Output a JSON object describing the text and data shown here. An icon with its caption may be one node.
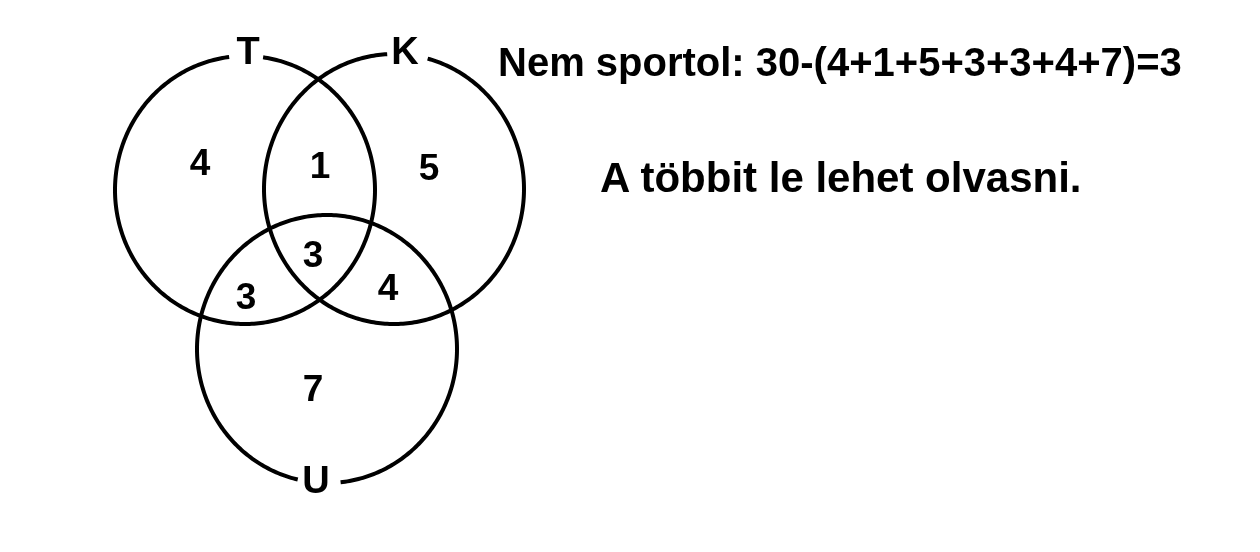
{
  "diagram": {
    "nodes": [
      {
        "text": [
          "T"
        ]
      },
      {
        "text": [
          "K"
        ]
      },
      {
        "text": [
          "U"
        ]
      }
    ],
    "labels": [
      "Nem sportol: 30-(4+1+5+3+3+4+7)=3",
      "4",
      "1",
      "5",
      "A többit le lehet olvasni.",
      "3",
      "3",
      "4",
      "7"
    ]
  }
}
